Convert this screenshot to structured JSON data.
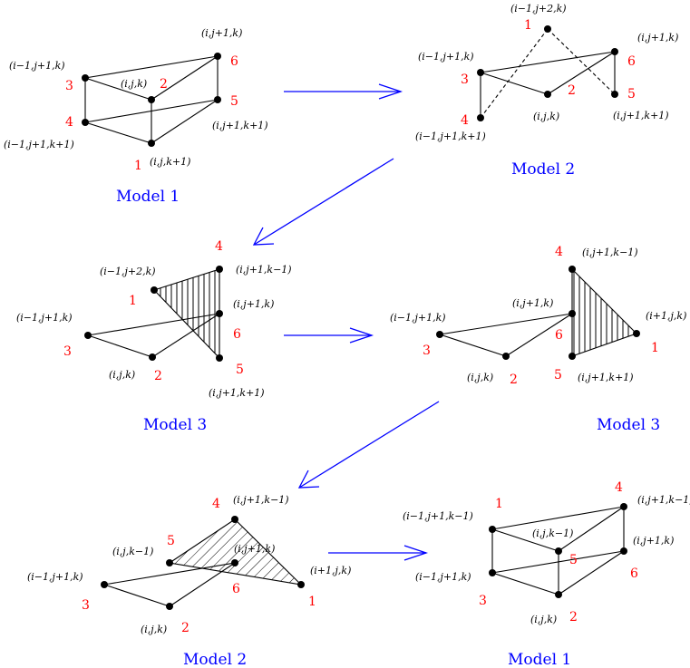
{
  "colors": {
    "vertex_number": "#ff0000",
    "caption": "#0000ff",
    "arrow": "#0000ff",
    "edge": "#000000"
  },
  "captions": {
    "m1a": "Model 1",
    "m2a": "Model 2",
    "m3a": "Model 3",
    "m3b": "Model 3",
    "m2b": "Model 2",
    "m1b": "Model 1"
  },
  "labels": {
    "ijp1k": "(i,j+1,k)",
    "im1jp1k": "(i−1,j+1,k)",
    "ijk": "(i,j,k)",
    "ijp1kp1": "(i,j+1,k+1)",
    "im1jp1kp1": "(i−1,j+1,k+1)",
    "ijkp1": "(i,j,k+1)",
    "im1jp2k": "(i−1,j+2,k)",
    "ijp1km1": "(i,j+1,k−1)",
    "ip1jk": "(i+1,j,k)",
    "ijkm1": "(i,j,k−1)",
    "im1jp1km1": "(i−1,j+1,k−1)"
  },
  "numbers": {
    "n1": "1",
    "n2": "2",
    "n3": "3",
    "n4": "4",
    "n5": "5",
    "n6": "6"
  }
}
